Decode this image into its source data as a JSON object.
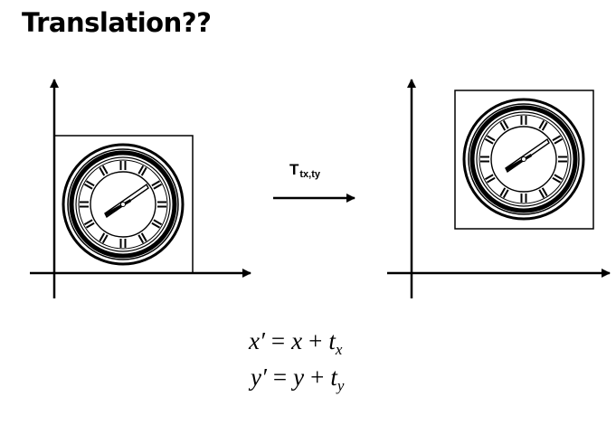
{
  "slide": {
    "title": "Translation??"
  },
  "transform_label": {
    "main": "T",
    "subscript": "tx,ty"
  },
  "equations": [
    {
      "lhs": "x′",
      "equals": "=",
      "var": "x",
      "plus": "+",
      "t": "t",
      "sub": "x"
    },
    {
      "lhs": "y′",
      "equals": "=",
      "var": "y",
      "plus": "+",
      "t": "t",
      "sub": "y"
    }
  ],
  "icons": [
    "clock-icon",
    "axis-arrow-icon",
    "transform-arrow-icon"
  ]
}
